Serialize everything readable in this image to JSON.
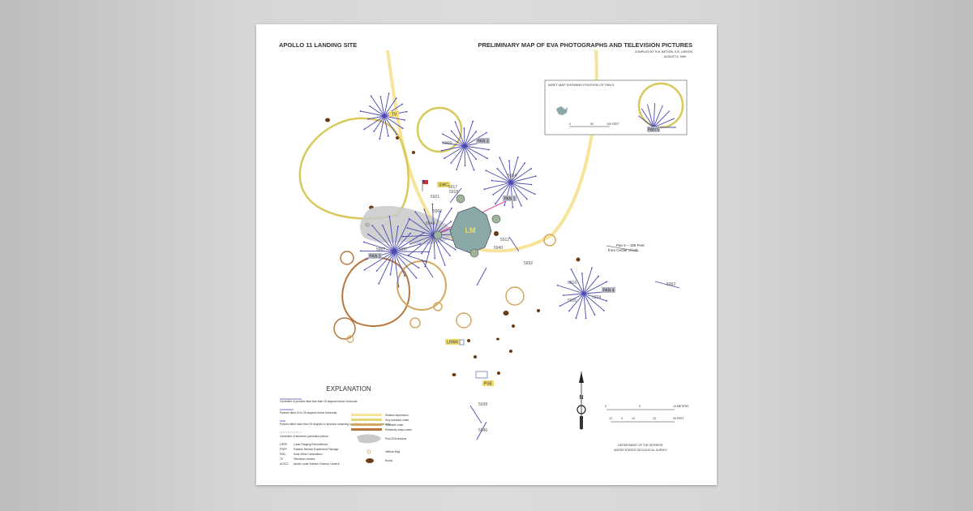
{
  "poster": {
    "title_left": "APOLLO 11 LANDING SITE",
    "title_right": "PRELIMINARY MAP OF EVA PHOTOGRAPHS AND TELEVISION PICTURES",
    "compiled_by": "COMPILED BY R.M. BATSON, K.B. LARSON",
    "date": "AUGUST 5, 1969",
    "agency_1": "DEPARTMENT OF THE INTERIOR",
    "agency_2": "UNITED STATES GEOLOGICAL SURVEY"
  },
  "map_labels": {
    "lm": "LM",
    "tv": "TV",
    "swc": "SWC",
    "lrrr": "LRRR",
    "pse": "PSE",
    "pan1": "PAN 1",
    "pan2": "PAN 2",
    "pan3": "PAN 3",
    "pan4": "PAN 4",
    "pan5": "PAN 5",
    "pan5_note_1": "Pan 5 ~ 196 Feet",
    "pan5_note_2": "from Center of LM",
    "north": "N"
  },
  "photo_numbers": [
    "5917",
    "5918",
    "5921",
    "5902",
    "5912",
    "5940",
    "5944",
    "5887",
    "5897",
    "5932",
    "5934",
    "5916",
    "5954",
    "5909",
    "5962",
    "5926",
    "5938",
    "5946"
  ],
  "inset": {
    "title": "INSET MAP SHOWING POSITION OF PAN 5",
    "scale_0": "0",
    "scale_50": "50",
    "scale_100": "100 FEET",
    "pan5": "PAN 5"
  },
  "scale_bars": {
    "meters": [
      "0",
      "5",
      "10 METERS"
    ],
    "feet": [
      "10",
      "0",
      "10",
      "20",
      "30 FEET"
    ]
  },
  "explanation": {
    "title": "EXPLANATION",
    "lines": [
      "Centerline of pictures tilted less than 15 degrees below horizontal",
      "Pictures tilted 15 to 25 degrees below horizontal",
      "Pictures tilted more than 25 degrees or pictures containing rare field geologic information only",
      "Centerline of television panorama picture"
    ],
    "abbreviations": [
      {
        "abbr": "LRRR",
        "text": "Lunar Ranging Retroreflector"
      },
      {
        "abbr": "PSEP",
        "text": "Passive Seismic Experiment Package"
      },
      {
        "abbr": "SWC",
        "text": "Solar-Wind Composition"
      },
      {
        "abbr": "TV",
        "text": "Television camera"
      },
      {
        "abbr": "ALSCC",
        "text": "Apollo Lunar Surface Closeup Camera"
      }
    ],
    "crater_legend": [
      {
        "label": "Shallow depression",
        "color": "#f7e49a"
      },
      {
        "label": "Very subdued crater",
        "color": "#e3d77a"
      },
      {
        "label": "Subdued crater",
        "color": "#d4a760"
      },
      {
        "label": "Relatively sharp crater",
        "color": "#b8763c"
      }
    ],
    "symbols": [
      {
        "label": "Post-EVA shadow",
        "icon": "lm-shadow-icon"
      },
      {
        "label": "Jettison Bag",
        "icon": "bag-icon"
      },
      {
        "label": "Rocks",
        "icon": "rock-icon"
      }
    ]
  },
  "colors": {
    "ray": "#4a4ab0",
    "pan_tag": "#b8bcc8",
    "equip_tag": "#f2dc6a",
    "lm_body": "#8aa9a6",
    "rock": "#6b3a12",
    "shadow": "#c9c9c9",
    "track": "#e0409a"
  }
}
